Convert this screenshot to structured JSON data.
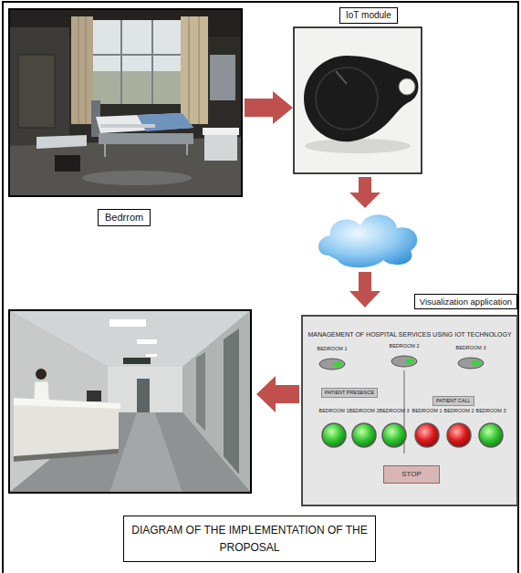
{
  "diagram": {
    "caption": "DIAGRAM OF THE IMPLEMENTATION OF THE PROPOSAL",
    "nodes": [
      {
        "text": [
          "Bedrrom"
        ]
      },
      {
        "text": [
          "IoT module"
        ]
      },
      {
        "text": [
          "Visualization application",
          "MANAGEMENT OF HOSPITAL SERVICES USING IOT TECHNOLOGY"
        ]
      },
      {
        "text": [
          "PATIENT PRESENCE"
        ],
        "in": 2
      },
      {
        "text": [
          "PATIENT CALL"
        ],
        "in": 2
      },
      {
        "text": [
          "STOP"
        ],
        "in": 2
      }
    ],
    "edges": [
      {
        "from": 0,
        "to": 1,
        "arrow": "to"
      }
    ],
    "labels": [
      "BEDROOM 1",
      "BEDROOM 2",
      "BEDROOM 3",
      "BEDROOM 1",
      "BEDROOM 2",
      "BEDROOM 3",
      "BEDROOM 1",
      "BEDROOM 2",
      "BEDROOM 3"
    ]
  }
}
